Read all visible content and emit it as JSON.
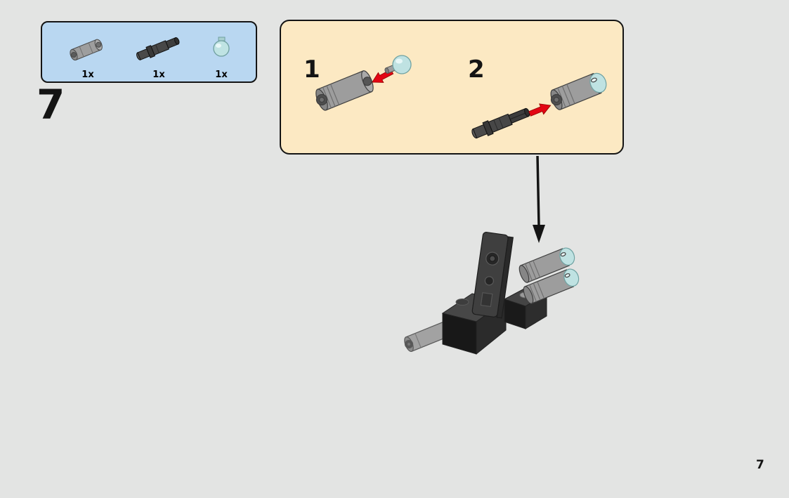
{
  "page": {
    "background_color": "#e3e4e3",
    "step_number": "7",
    "page_number": "7"
  },
  "parts_box": {
    "background_color": "#b9d7f1",
    "parts": [
      {
        "icon": "gray-pin-joiner-icon",
        "count": "1x"
      },
      {
        "icon": "dark-axle-pin-icon",
        "count": "1x"
      },
      {
        "icon": "trans-blue-round-brick-icon",
        "count": "1x"
      }
    ]
  },
  "substeps_box": {
    "background_color": "#fce9c3",
    "arrow_color": "#e30613",
    "substeps": [
      {
        "number": "1",
        "parts": [
          "gray-engine-cylinder",
          "trans-blue-dome-stud"
        ]
      },
      {
        "number": "2",
        "parts": [
          "dark-axle-pin",
          "gray-engine-cylinder-with-dome"
        ]
      }
    ]
  },
  "model": {
    "description_icons": [
      "black-brick-assembly",
      "gray-axle",
      "engine-cylinders-with-trans-blue-domes"
    ],
    "colors": {
      "lego_gray": "#9d9d9d",
      "lego_black": "#1d1d1d",
      "lego_dark_gray": "#3f3f3f",
      "trans_blue": "#bfe2e2",
      "arrow_black": "#141414"
    }
  }
}
